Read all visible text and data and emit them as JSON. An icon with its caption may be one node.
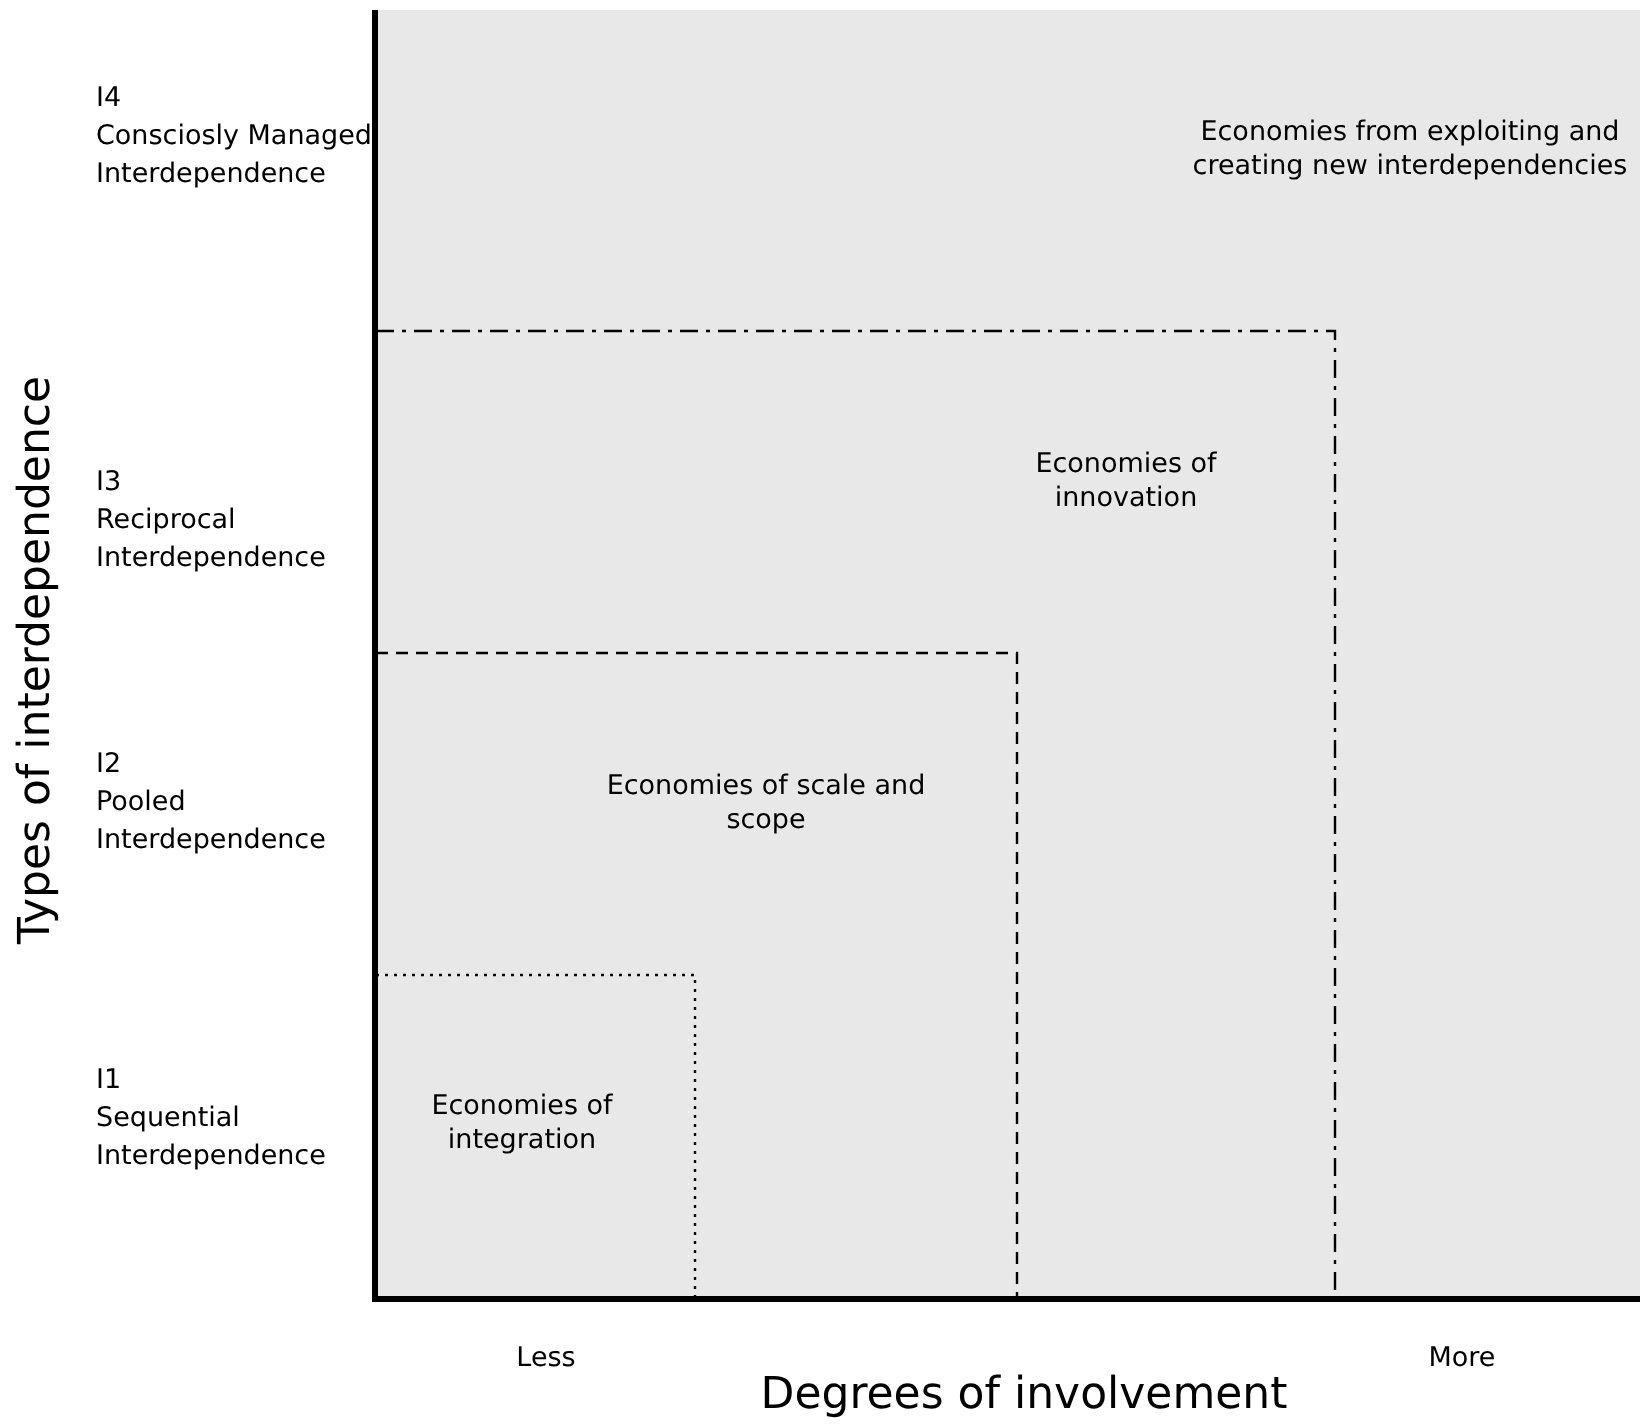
{
  "diagram": {
    "nodes": [
      {
        "text": [
          "Economies from exploiting and creating new interdependencies"
        ]
      },
      {
        "text": [
          "Economies of innovation"
        ],
        "in": 0
      },
      {
        "text": [
          "Economies of scale and scope"
        ],
        "in": 1
      },
      {
        "text": [
          "Economies of integration"
        ],
        "in": 2
      }
    ],
    "labels": [
      "Types of interdependence",
      "I4",
      "Consciosly Managed Interdependence",
      "I3",
      "Reciprocal Interdependence",
      "I2",
      "Pooled Interdependence",
      "I1",
      "Sequential Interdependence",
      "Less",
      "More",
      "Degrees of involvement"
    ]
  }
}
